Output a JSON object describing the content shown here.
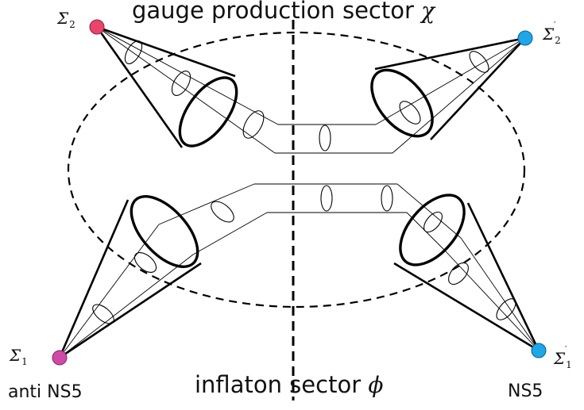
{
  "labels": {
    "top": "gauge production sector",
    "top_symbol": "χ",
    "bottom": "inflaton sector",
    "bottom_symbol": "ϕ",
    "bottom_left": "anti NS5",
    "bottom_right": "NS5"
  },
  "points": {
    "sigma2": {
      "symbol": "Σ",
      "sub": "2",
      "prime": "",
      "color": "#e8456b"
    },
    "sigma2p": {
      "symbol": "Σ",
      "sub": "2",
      "prime": "′",
      "color": "#1ea6e8"
    },
    "sigma1": {
      "symbol": "Σ",
      "sub": "1",
      "prime": "",
      "color": "#d04aa6"
    },
    "sigma1p": {
      "symbol": "Σ",
      "sub": "1",
      "prime": "′",
      "color": "#1ea6e8"
    }
  },
  "style": {
    "stroke": "#000000"
  }
}
